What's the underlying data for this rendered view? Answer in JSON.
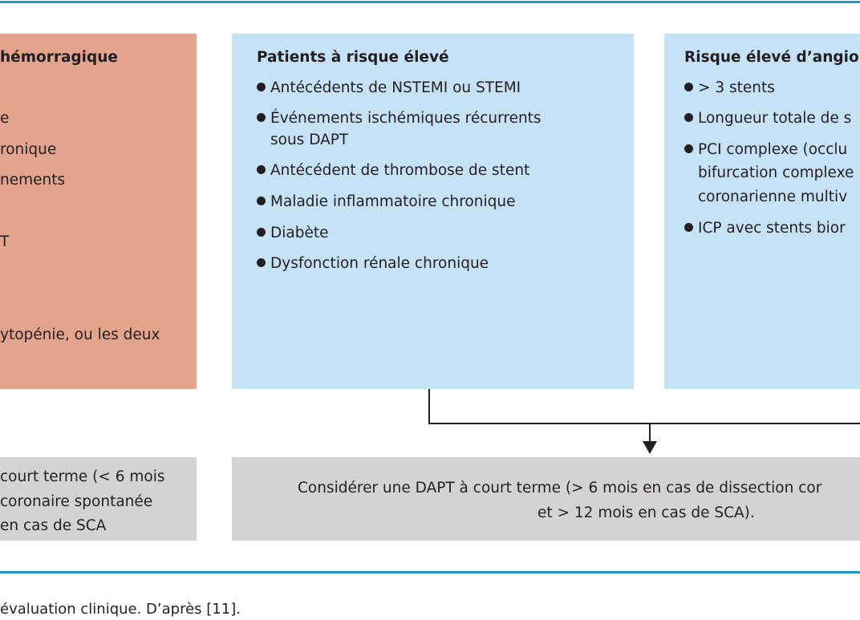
{
  "colors": {
    "rule": "#1d9ad6",
    "bleeding": "#e2a48c",
    "ischemic": "#c6e2f6",
    "outcome": "#d3d3d3",
    "connector": "#231f20"
  },
  "left_box": {
    "title": "hémorragique",
    "lines": [
      "e",
      "ronique",
      "nements",
      "T",
      "ytopénie, ou les deux"
    ]
  },
  "middle_box": {
    "title": "Patients à risque élevé",
    "items": [
      [
        "Antécédents de NSTEMI ou STEMI"
      ],
      [
        "Événements ischémiques récurrents",
        "sous DAPT"
      ],
      [
        "Antécédent de thrombose de stent"
      ],
      [
        "Maladie inflammatoire chronique"
      ],
      [
        "Diabète"
      ],
      [
        "Dysfonction rénale chronique"
      ]
    ]
  },
  "right_box": {
    "title": "Risque élevé d’angiop",
    "items": [
      [
        "> 3 stents"
      ],
      [
        "Longueur totale de s"
      ],
      [
        "PCI complexe (occlu",
        "bifurcation complexe",
        "coronarienne multiv"
      ],
      [
        "ICP avec stents bior"
      ]
    ]
  },
  "outcome_left": {
    "lines": [
      "court terme (< 6 mois",
      "coronaire spontanée",
      "en cas de SCA"
    ]
  },
  "outcome_right": {
    "lines": [
      "Considérer une DAPT à court terme (> 6 mois en cas de dissection cor",
      "et > 12 mois en cas de SCA)."
    ]
  },
  "caption": "évaluation clinique. D’après [11]."
}
